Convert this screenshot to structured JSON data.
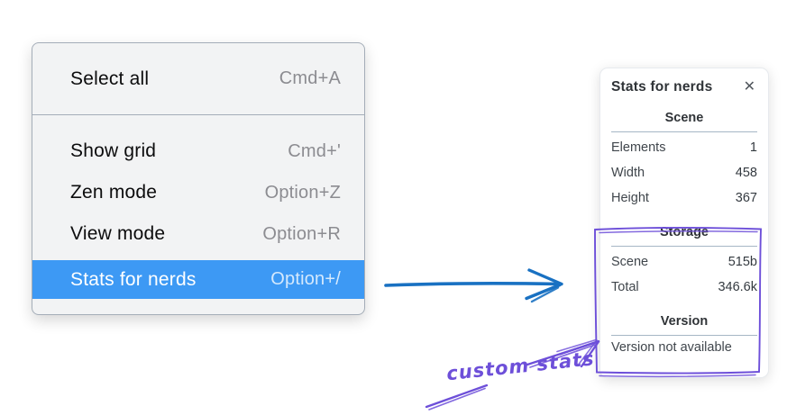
{
  "colors": {
    "menu_highlight": "#3d99f4",
    "arrow_blue": "#1971c2",
    "annotation_purple": "#6d4fd9"
  },
  "context_menu": {
    "items": [
      {
        "label": "Select all",
        "shortcut": "Cmd+A",
        "highlighted": false
      },
      {
        "label": "Show grid",
        "shortcut": "Cmd+'",
        "highlighted": false
      },
      {
        "label": "Zen mode",
        "shortcut": "Option+Z",
        "highlighted": false
      },
      {
        "label": "View mode",
        "shortcut": "Option+R",
        "highlighted": false
      },
      {
        "label": "Stats for nerds",
        "shortcut": "Option+/",
        "highlighted": true
      }
    ]
  },
  "stats_panel": {
    "title": "Stats for nerds",
    "close_glyph": "✕",
    "sections": [
      {
        "header": "Scene",
        "rows": [
          {
            "label": "Elements",
            "value": "1"
          },
          {
            "label": "Width",
            "value": "458"
          },
          {
            "label": "Height",
            "value": "367"
          }
        ]
      },
      {
        "header": "Storage",
        "rows": [
          {
            "label": "Scene",
            "value": "515b"
          },
          {
            "label": "Total",
            "value": "346.6k"
          }
        ]
      },
      {
        "header": "Version",
        "note": "Version not available"
      }
    ]
  },
  "annotation": {
    "label": "custom stats"
  }
}
